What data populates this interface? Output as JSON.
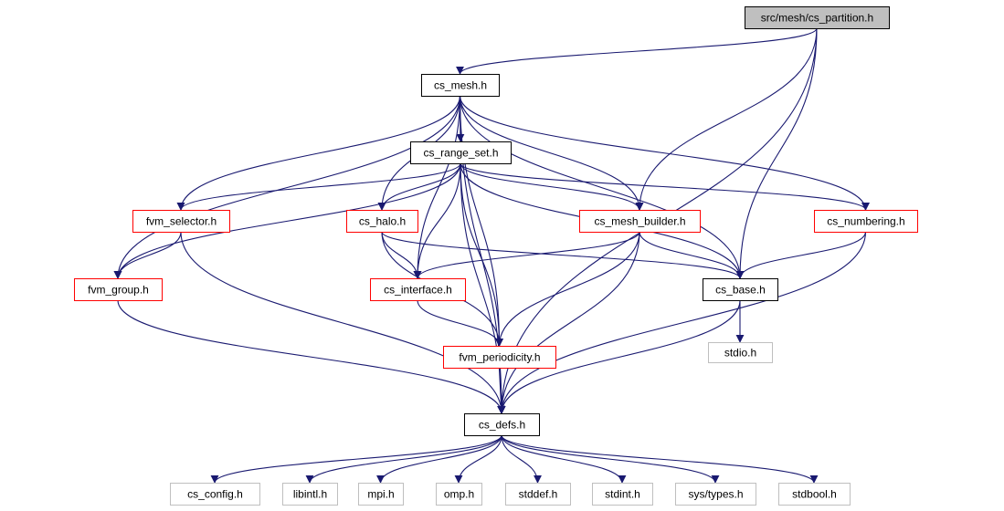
{
  "colors": {
    "edge": "#191970",
    "root_fill": "#bfbfbf",
    "root_border": "#000000",
    "documented_border": "#000000",
    "incomplete_border": "#ff0000",
    "external_border": "#bfbfbf",
    "node_fill": "#ffffff"
  },
  "nodes": [
    {
      "id": "cs_partition",
      "label": "src/mesh/cs_partition.h",
      "kind": "root"
    },
    {
      "id": "cs_mesh",
      "label": "cs_mesh.h",
      "kind": "documented"
    },
    {
      "id": "cs_range_set",
      "label": "cs_range_set.h",
      "kind": "documented"
    },
    {
      "id": "fvm_selector",
      "label": "fvm_selector.h",
      "kind": "incomplete"
    },
    {
      "id": "cs_halo",
      "label": "cs_halo.h",
      "kind": "incomplete"
    },
    {
      "id": "cs_mesh_builder",
      "label": "cs_mesh_builder.h",
      "kind": "incomplete"
    },
    {
      "id": "cs_numbering",
      "label": "cs_numbering.h",
      "kind": "incomplete"
    },
    {
      "id": "fvm_group",
      "label": "fvm_group.h",
      "kind": "incomplete"
    },
    {
      "id": "cs_interface",
      "label": "cs_interface.h",
      "kind": "incomplete"
    },
    {
      "id": "cs_base",
      "label": "cs_base.h",
      "kind": "documented"
    },
    {
      "id": "stdio",
      "label": "stdio.h",
      "kind": "external"
    },
    {
      "id": "fvm_periodicity",
      "label": "fvm_periodicity.h",
      "kind": "incomplete"
    },
    {
      "id": "cs_defs",
      "label": "cs_defs.h",
      "kind": "documented"
    },
    {
      "id": "cs_config",
      "label": "cs_config.h",
      "kind": "external"
    },
    {
      "id": "libintl",
      "label": "libintl.h",
      "kind": "external"
    },
    {
      "id": "mpi",
      "label": "mpi.h",
      "kind": "external"
    },
    {
      "id": "omp",
      "label": "omp.h",
      "kind": "external"
    },
    {
      "id": "stddef",
      "label": "stddef.h",
      "kind": "external"
    },
    {
      "id": "stdint",
      "label": "stdint.h",
      "kind": "external"
    },
    {
      "id": "sys_types",
      "label": "sys/types.h",
      "kind": "external"
    },
    {
      "id": "stdbool",
      "label": "stdbool.h",
      "kind": "external"
    }
  ],
  "edges": [
    [
      "cs_partition",
      "cs_mesh"
    ],
    [
      "cs_partition",
      "cs_mesh_builder"
    ],
    [
      "cs_partition",
      "cs_base"
    ],
    [
      "cs_partition",
      "cs_defs"
    ],
    [
      "cs_mesh",
      "cs_range_set"
    ],
    [
      "cs_mesh",
      "fvm_selector"
    ],
    [
      "cs_mesh",
      "cs_halo"
    ],
    [
      "cs_mesh",
      "cs_mesh_builder"
    ],
    [
      "cs_mesh",
      "cs_numbering"
    ],
    [
      "cs_mesh",
      "fvm_group"
    ],
    [
      "cs_mesh",
      "cs_interface"
    ],
    [
      "cs_mesh",
      "fvm_periodicity"
    ],
    [
      "cs_mesh",
      "cs_base"
    ],
    [
      "cs_mesh",
      "cs_defs"
    ],
    [
      "cs_range_set",
      "fvm_selector"
    ],
    [
      "cs_range_set",
      "cs_halo"
    ],
    [
      "cs_range_set",
      "cs_mesh_builder"
    ],
    [
      "cs_range_set",
      "cs_numbering"
    ],
    [
      "cs_range_set",
      "fvm_group"
    ],
    [
      "cs_range_set",
      "cs_interface"
    ],
    [
      "cs_range_set",
      "fvm_periodicity"
    ],
    [
      "cs_range_set",
      "cs_base"
    ],
    [
      "cs_range_set",
      "cs_defs"
    ],
    [
      "fvm_selector",
      "fvm_group"
    ],
    [
      "fvm_selector",
      "cs_defs"
    ],
    [
      "cs_halo",
      "cs_interface"
    ],
    [
      "cs_halo",
      "cs_base"
    ],
    [
      "cs_halo",
      "fvm_periodicity"
    ],
    [
      "cs_mesh_builder",
      "cs_interface"
    ],
    [
      "cs_mesh_builder",
      "cs_base"
    ],
    [
      "cs_mesh_builder",
      "fvm_periodicity"
    ],
    [
      "cs_mesh_builder",
      "cs_defs"
    ],
    [
      "cs_numbering",
      "cs_base"
    ],
    [
      "cs_numbering",
      "cs_defs"
    ],
    [
      "fvm_group",
      "cs_defs"
    ],
    [
      "cs_interface",
      "fvm_periodicity"
    ],
    [
      "cs_base",
      "stdio"
    ],
    [
      "cs_base",
      "cs_defs"
    ],
    [
      "fvm_periodicity",
      "cs_defs"
    ],
    [
      "cs_defs",
      "cs_config"
    ],
    [
      "cs_defs",
      "libintl"
    ],
    [
      "cs_defs",
      "mpi"
    ],
    [
      "cs_defs",
      "omp"
    ],
    [
      "cs_defs",
      "stddef"
    ],
    [
      "cs_defs",
      "stdint"
    ],
    [
      "cs_defs",
      "sys_types"
    ],
    [
      "cs_defs",
      "stdbool"
    ]
  ]
}
